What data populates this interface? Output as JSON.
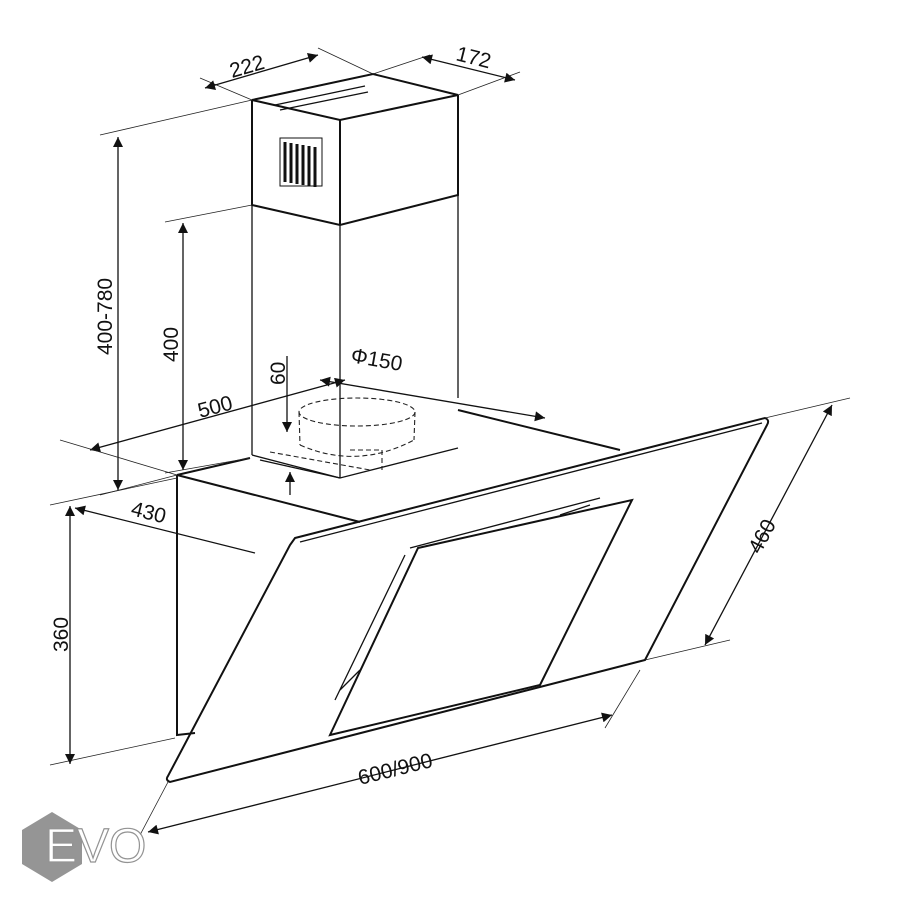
{
  "dimensions": {
    "chimney_width": "222",
    "chimney_depth": "172",
    "chimney_height_range": "400-780",
    "lower_chimney_height": "400",
    "outlet_height": "60",
    "outlet_diameter": "Φ150",
    "body_width": "500",
    "body_depth": "430",
    "body_height": "360",
    "glass_depth": "460",
    "total_width": "600/900"
  },
  "logo": {
    "text": "EVO",
    "color": "#8a8a8a"
  }
}
